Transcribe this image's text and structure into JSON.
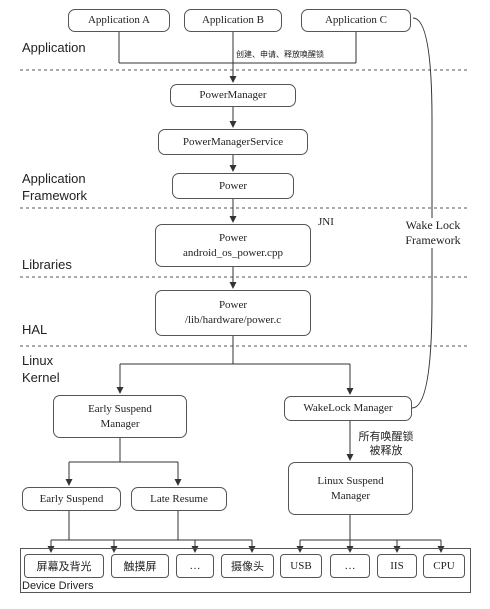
{
  "layers": {
    "application": "Application",
    "framework": "Application\nFramework",
    "libraries": "Libraries",
    "hal": "HAL",
    "kernel": "Linux\nKernel",
    "drivers": "Device Drivers"
  },
  "apps": [
    "Application A",
    "Application B",
    "Application C"
  ],
  "app_note": "创建、申请、释放唤醒锁",
  "nodes": {
    "power_manager": "PowerManager",
    "power_manager_service": "PowerManagerService",
    "power": "Power",
    "power_native": "Power\nandroid_os_power.cpp",
    "power_hal": "Power\n/lib/hardware/power.c",
    "early_suspend_manager": "Early Suspend\nManager",
    "wakelock_manager": "WakeLock Manager",
    "early_suspend": "Early Suspend",
    "late_resume": "Late Resume",
    "linux_suspend_manager": "Linux Suspend\nManager"
  },
  "jni_label": "JNI",
  "wakelock_framework": "Wake Lock\nFramework",
  "release_note": "所有唤醒锁\n被释放",
  "drivers_left": [
    "屏幕及背光",
    "触摸屏",
    "…",
    "摄像头"
  ],
  "drivers_right": [
    "USB",
    "…",
    "IIS",
    "CPU"
  ]
}
